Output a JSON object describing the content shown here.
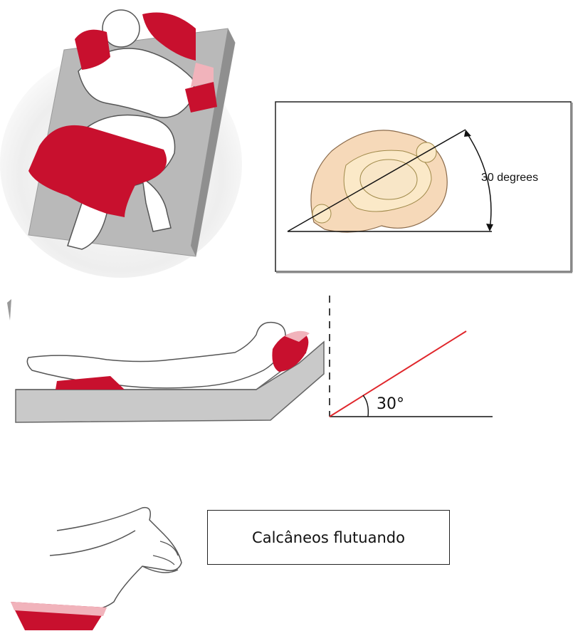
{
  "figures": {
    "side_lying": {
      "icon": "side-lying-pillow-positioning-illustration"
    },
    "pelvis_tilt": {
      "angle_label": "30 degrees"
    },
    "supine": {
      "icon": "supine-head-elevation-illustration"
    },
    "angle_diagram": {
      "angle_label": "30°"
    },
    "heels": {
      "icon": "floating-heels-illustration"
    }
  },
  "caption": {
    "text": "Calcâneos flutuando"
  },
  "colors": {
    "pillow_red": "#c8102e",
    "pillow_pink": "#f1b3bb",
    "mattress_gray": "#b3b3b3",
    "bone_fill": "#f6d9b9",
    "line_red": "#e0262b"
  }
}
